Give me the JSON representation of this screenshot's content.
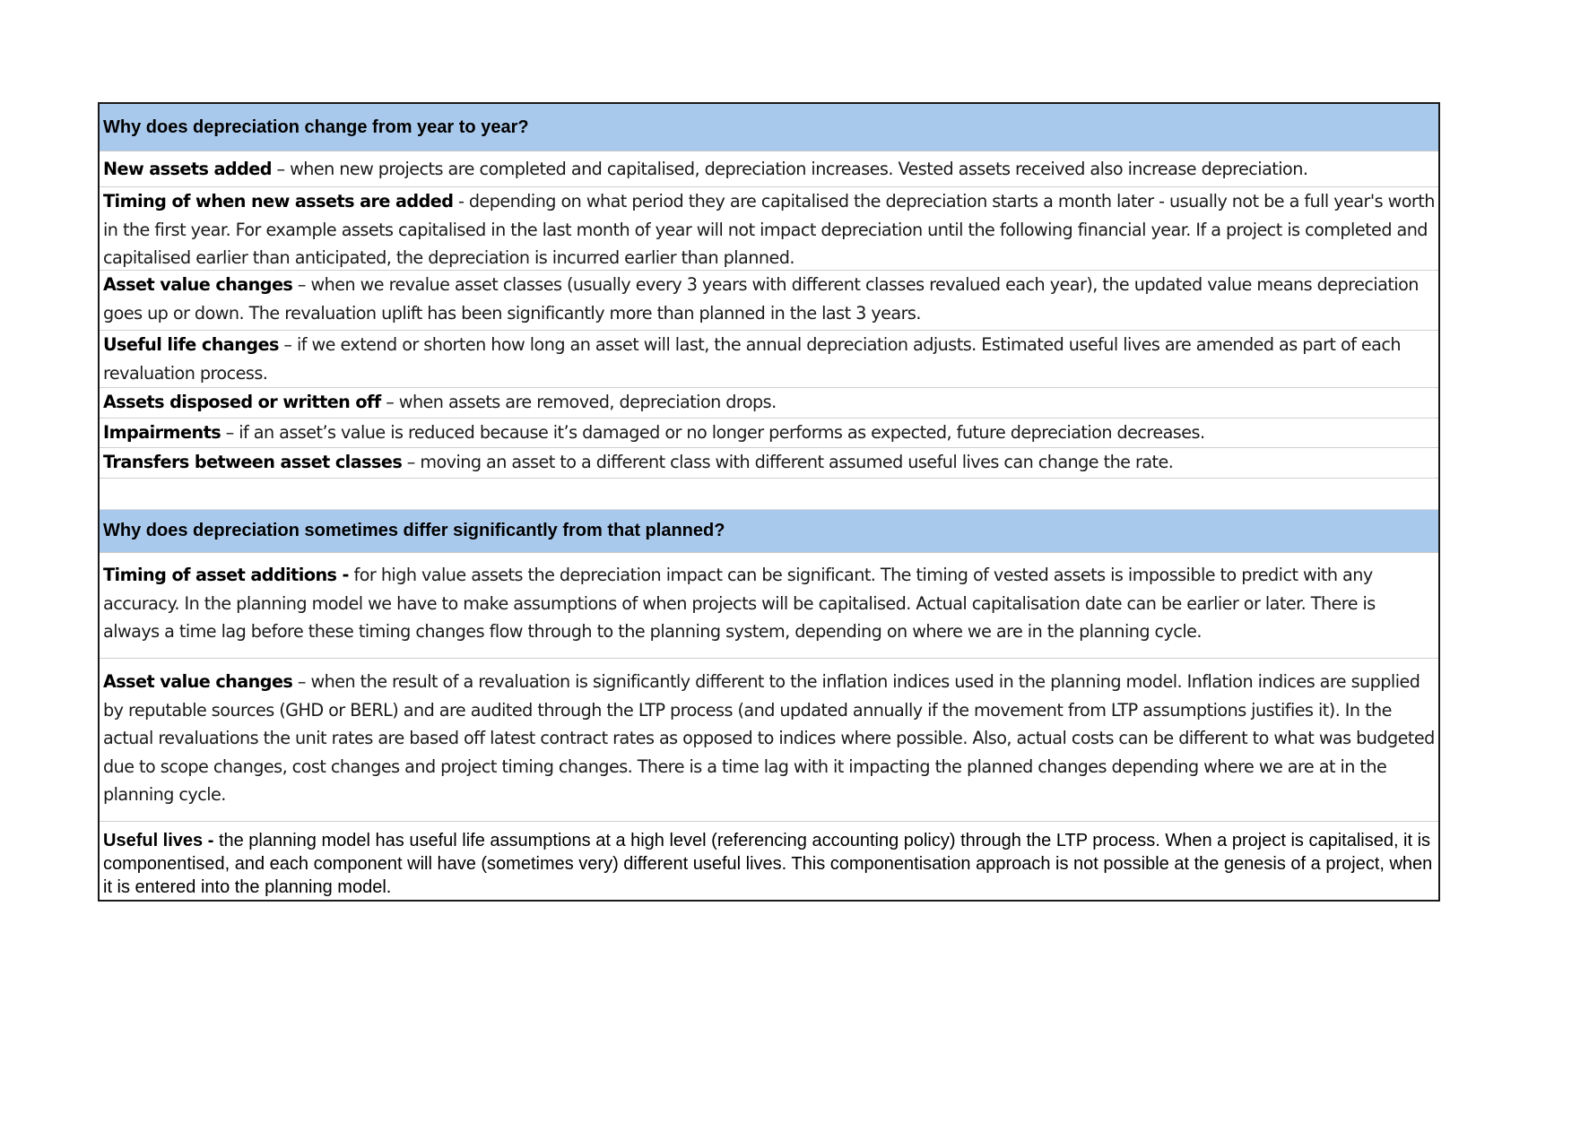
{
  "section1": {
    "heading": "Why does depreciation change from year to year?",
    "items": [
      {
        "term": "New assets added",
        "text": " – when new projects are completed and capitalised, depreciation increases. Vested assets received also increase depreciation."
      },
      {
        "term": "Timing of when new assets are added",
        "text": " - depending on what period they are capitalised the depreciation starts a month later - usually not be a full year's worth in the first year.  For example assets capitalised in the last month of year will not impact depreciation until the following financial year. If a project is completed and capitalised earlier than anticipated, the depreciation is incurred earlier than planned."
      },
      {
        "term": "Asset value changes",
        "text": " – when we revalue asset classes (usually every 3 years with different classes revalued each year), the updated value means depreciation goes up or down. The revaluation uplift has been significantly more than planned in the last 3 years."
      },
      {
        "term": "Useful life changes",
        "text": " – if we extend or shorten how long an asset will last, the annual depreciation adjusts. Estimated useful lives are amended as part of each revaluation process."
      },
      {
        "term": "Assets disposed or written off",
        "text": " – when assets are removed, depreciation drops."
      },
      {
        "term": "Impairments",
        "text": " – if an asset’s value is reduced because it’s damaged or no longer performs as expected, future depreciation decreases."
      },
      {
        "term": "Transfers between asset classes",
        "text": " – moving an asset to a different class with different assumed useful lives can change the rate."
      }
    ]
  },
  "section2": {
    "heading": "Why does depreciation sometimes differ significantly from that planned?",
    "items": [
      {
        "term": "Timing of asset additions -",
        "text": " for high value assets the depreciation impact can be significant. The timing of vested assets is impossible to predict with any accuracy.  In the planning model we have to make assumptions of when projects will be capitalised.  Actual capitalisation date can be earlier or later. There is always a time lag before these timing changes flow through to the planning system, depending on where we are in the planning cycle."
      },
      {
        "term": "Asset value changes",
        "text": " – when the result of a revaluation is significantly different to the inflation indices used in the planning model. Inflation indices are supplied by reputable sources (GHD or BERL) and are audited through the LTP process (and updated annually if the movement from LTP assumptions justifies it).  In the actual revaluations the unit rates are based off latest contract rates as opposed to indices where possible.  Also, actual costs can be different to what was budgeted due to scope changes, cost changes and project timing changes.  There is a time lag with it impacting the planned changes depending where we are at in the planning cycle."
      },
      {
        "term": "Useful lives -",
        "text": " the planning model has useful life assumptions at a high level (referencing accounting policy) through the LTP process. When a project is capitalised, it is componentised, and each component will have (sometimes very) different useful lives. This componentisation approach is not possible at the genesis of a project, when it is entered into the planning model."
      }
    ]
  }
}
